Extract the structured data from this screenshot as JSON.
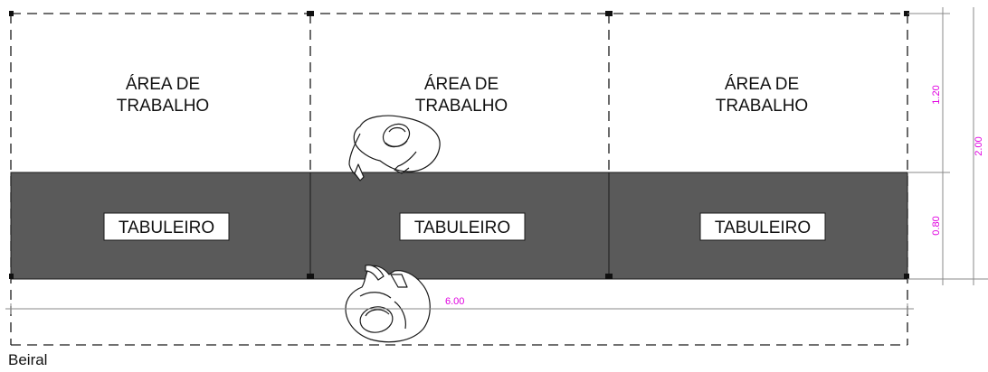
{
  "diagram": {
    "work_areas": [
      {
        "line1": "ÁREA DE",
        "line2": "TRABALHO"
      },
      {
        "line1": "ÁREA DE",
        "line2": "TRABALHO"
      },
      {
        "line1": "ÁREA DE",
        "line2": "TRABALHO"
      }
    ],
    "boards": [
      {
        "label": "TABULEIRO"
      },
      {
        "label": "TABULEIRO"
      },
      {
        "label": "TABULEIRO"
      }
    ],
    "dimensions": {
      "work_area_height": "1.20",
      "board_height": "0.80",
      "total_height": "2.00",
      "total_length": "6.00"
    },
    "edge_label": "Beiral"
  },
  "colors": {
    "board_fill": "#5a5a5a",
    "line": "#1a1a1a",
    "dimension_text": "#e000e0",
    "label_bg": "#ffffff"
  }
}
